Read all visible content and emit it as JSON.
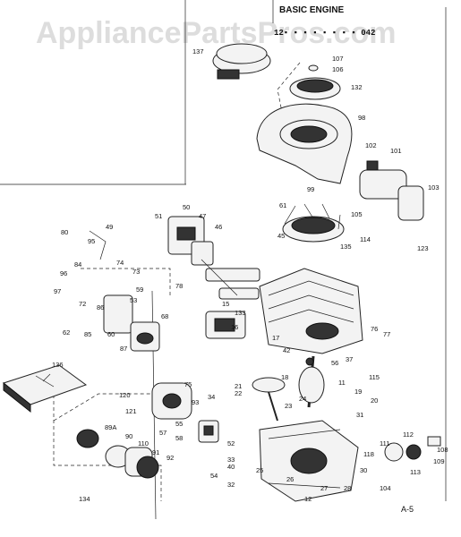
{
  "watermark": "AppliancePartsPros.com",
  "title": "BASIC ENGINE",
  "subtitle": "12▪ ▪ ▪ ▪ ▪ ▪ ▪ ▪ 042",
  "sheet_id": "A-5",
  "book_label": "136",
  "callouts": [
    "137",
    "107",
    "106",
    "132",
    "98",
    "102",
    "101",
    "103",
    "99",
    "61",
    "105",
    "114",
    "123",
    "80",
    "49",
    "51",
    "50",
    "47",
    "46",
    "95",
    "74",
    "73",
    "45",
    "135",
    "84",
    "96",
    "97",
    "72",
    "78",
    "59",
    "53",
    "86",
    "62",
    "85",
    "60",
    "68",
    "87",
    "15",
    "133",
    "16",
    "17",
    "42",
    "56",
    "37",
    "76",
    "77",
    "115",
    "75",
    "120",
    "121",
    "93",
    "34",
    "18",
    "21",
    "22",
    "11",
    "19",
    "20",
    "31",
    "23",
    "24",
    "57",
    "55",
    "58",
    "52",
    "33",
    "40",
    "54",
    "89A",
    "90",
    "110",
    "91",
    "92",
    "134",
    "32",
    "25",
    "26",
    "27",
    "28",
    "30",
    "118",
    "111",
    "112",
    "113",
    "108",
    "109",
    "104",
    "12"
  ]
}
